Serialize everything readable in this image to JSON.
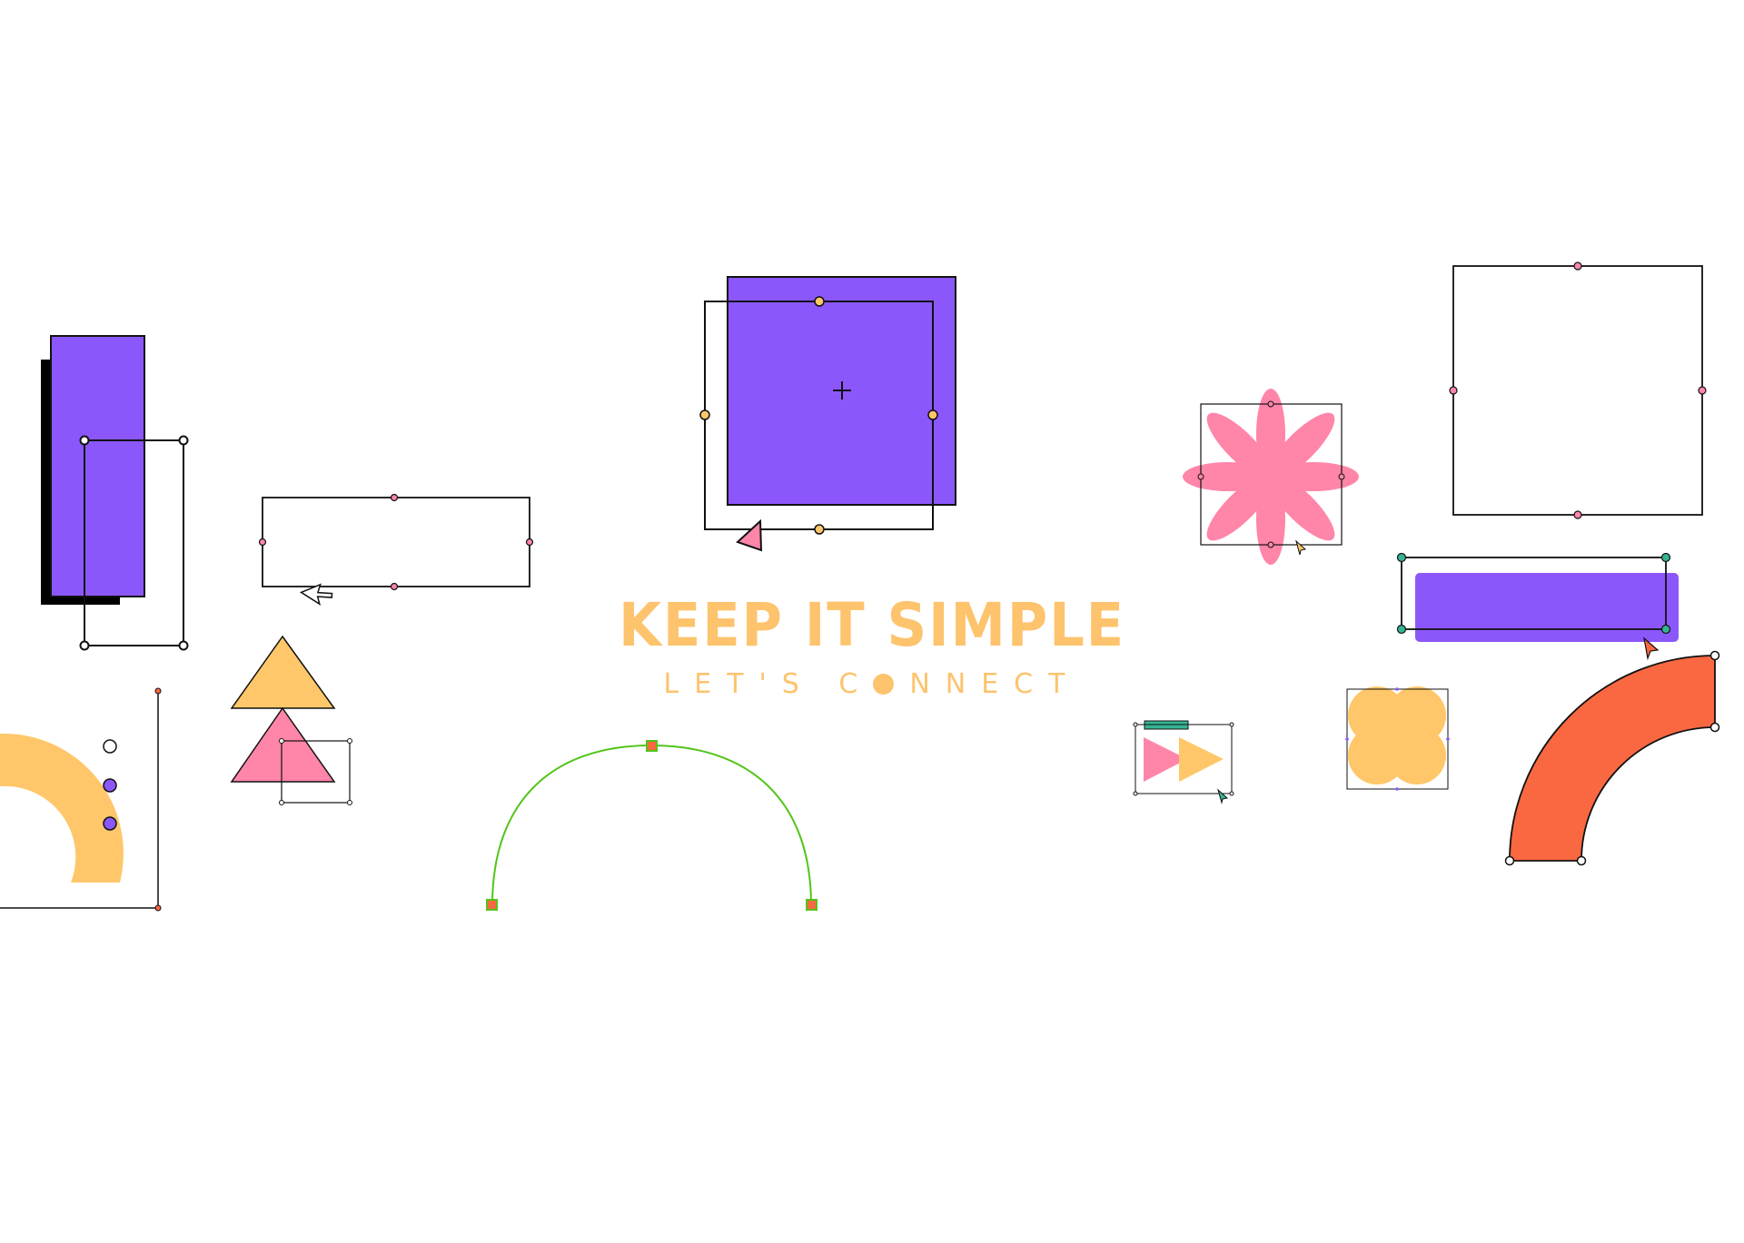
{
  "headline": {
    "text": "KEEP IT SIMPLE"
  },
  "subheadline": {
    "before": "LET'S C",
    "after": "NNECT"
  },
  "colors": {
    "purple": "#8c57fa",
    "yellow": "#ffc76a",
    "pink": "#ff85a9",
    "orange": "#f96841",
    "teal": "#35b494",
    "green": "#52c41a",
    "stroke": "#111111",
    "text": "#fdc36d"
  }
}
